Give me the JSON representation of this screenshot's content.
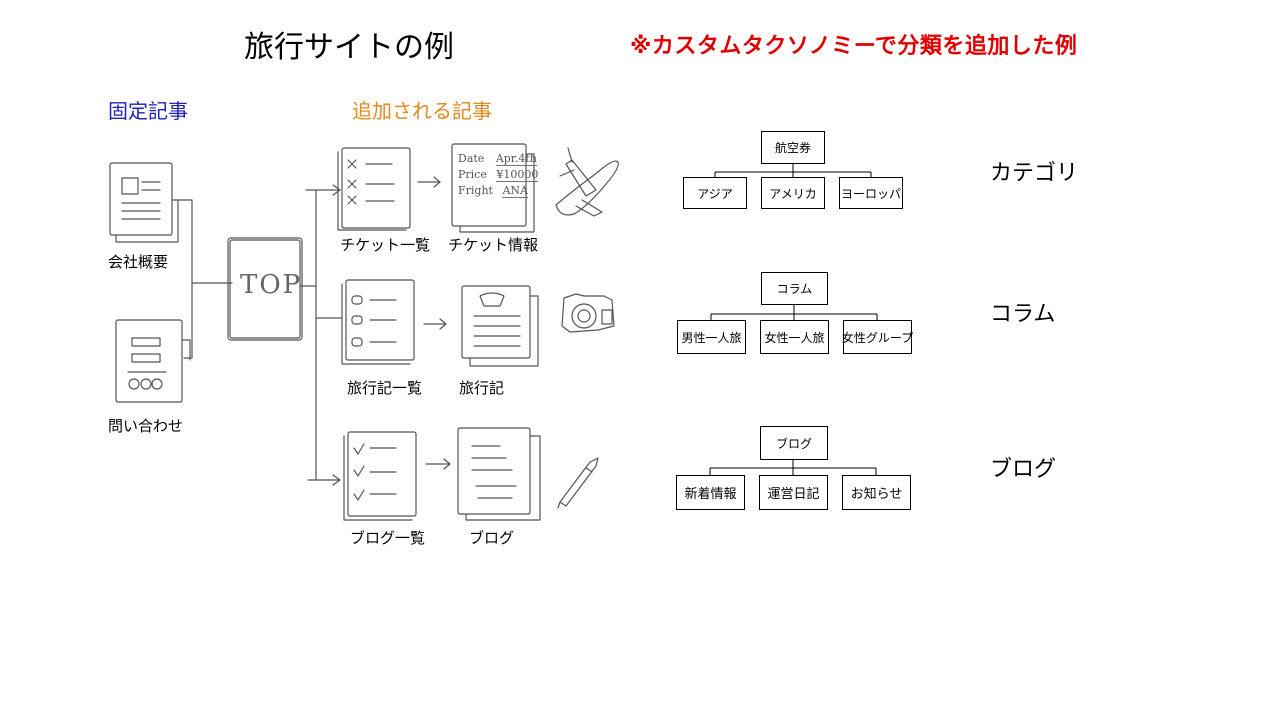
{
  "title": "旅行サイトの例",
  "note": "※カスタムタクソノミーで分類を追加した例",
  "fixed_section": {
    "heading": "固定記事",
    "pages": [
      "会社概要",
      "問い合わせ"
    ]
  },
  "top_label": "TOP",
  "added_section": {
    "heading": "追加される記事",
    "rows": [
      {
        "list": "チケット一覧",
        "detail": "チケット情報",
        "sketch_text": [
          "Date",
          "Apr.4th",
          "Price",
          "¥10000",
          "Fright",
          "ANA"
        ]
      },
      {
        "list": "旅行記一覧",
        "detail": "旅行記"
      },
      {
        "list": "ブログ一覧",
        "detail": "ブログ"
      }
    ]
  },
  "taxonomies": [
    {
      "parent": "航空券",
      "children": [
        "アジア",
        "アメリカ",
        "ヨーロッパ"
      ],
      "label": "カテゴリ"
    },
    {
      "parent": "コラム",
      "children": [
        "男性一人旅",
        "女性一人旅",
        "女性グループ"
      ],
      "label": "コラム"
    },
    {
      "parent": "ブログ",
      "children": [
        "新着情報",
        "運営日記",
        "お知らせ"
      ],
      "label": "ブログ"
    }
  ],
  "icons": [
    "document-icon",
    "form-icon",
    "top-page-icon",
    "list-icon",
    "detail-icon",
    "airplane-icon",
    "camera-icon",
    "pen-icon",
    "arrow-icon"
  ]
}
